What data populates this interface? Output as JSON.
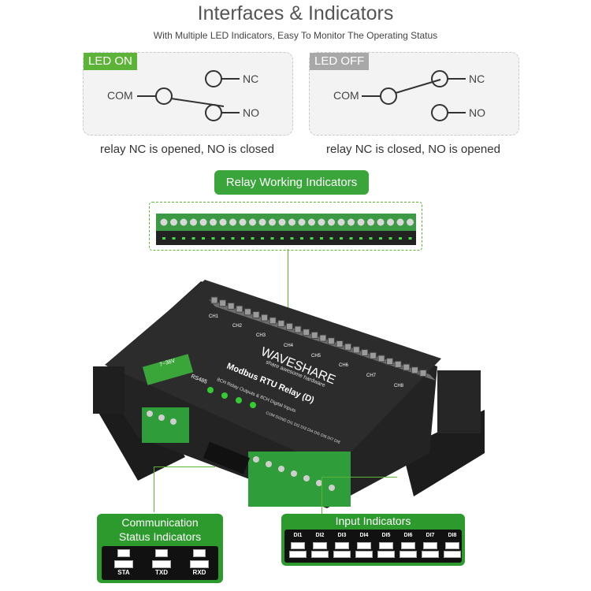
{
  "header": {
    "title": "Interfaces & Indicators",
    "subtitle": "With Multiple LED Indicators, Easy To Monitor The Operating Status"
  },
  "led_on": {
    "tag": "LED ON",
    "com": "COM",
    "nc": "NC",
    "no": "NO",
    "caption": "relay NC is opened, NO is closed",
    "color": "#5cb338"
  },
  "led_off": {
    "tag": "LED OFF",
    "com": "COM",
    "nc": "NC",
    "no": "NO",
    "caption": "relay NC is closed, NO is opened",
    "color": "#a8a8a8"
  },
  "relay_indicators": {
    "label": "Relay Working Indicators"
  },
  "device": {
    "brand": "WAVESHARE",
    "tagline": "share awesome hardware",
    "model": "Modbus RTU Relay (D)",
    "description": "8CH Relay Outputs & 8CH Digital Inputs",
    "power_label": "7~36V",
    "rs485_label": "RS485",
    "channels": [
      "CH1",
      "CH2",
      "CH3",
      "CH4",
      "CH5",
      "CH6",
      "CH7",
      "CH8"
    ],
    "input_terminals": "COM DGND DI1 DI2 DI3 DI4 DI5 DI6 DI7 DI8"
  },
  "comm_status": {
    "label_line1": "Communication",
    "label_line2": "Status Indicators",
    "leds": [
      "STA",
      "TXD",
      "RXD"
    ]
  },
  "input_indicators": {
    "label": "Input Indicators",
    "leds": [
      "DI1",
      "DI2",
      "DI3",
      "DI4",
      "DI5",
      "DI6",
      "DI7",
      "DI8"
    ]
  }
}
